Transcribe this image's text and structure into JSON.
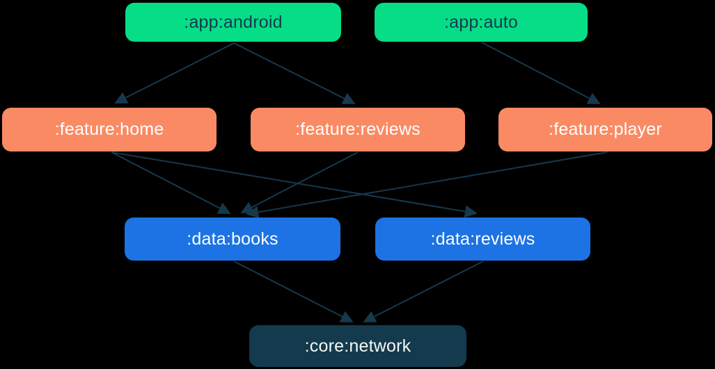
{
  "diagram": {
    "title": "module dependency graph",
    "background_color": "#000000",
    "edge_color": "#17384D",
    "nodes": [
      {
        "id": "app-android",
        "label": ":app:android",
        "bg": "#05DD87",
        "fg": "#17384D",
        "tier": "app"
      },
      {
        "id": "app-auto",
        "label": ":app:auto",
        "bg": "#05DD87",
        "fg": "#17384D",
        "tier": "app"
      },
      {
        "id": "feature-home",
        "label": ":feature:home",
        "bg": "#FA8A64",
        "fg": "#FFFFFF",
        "tier": "feature"
      },
      {
        "id": "feature-reviews",
        "label": ":feature:reviews",
        "bg": "#FA8A64",
        "fg": "#FFFFFF",
        "tier": "feature"
      },
      {
        "id": "feature-player",
        "label": ":feature:player",
        "bg": "#FA8A64",
        "fg": "#FFFFFF",
        "tier": "feature"
      },
      {
        "id": "data-books",
        "label": ":data:books",
        "bg": "#1D73E4",
        "fg": "#FFFFFF",
        "tier": "data"
      },
      {
        "id": "data-reviews",
        "label": ":data:reviews",
        "bg": "#1D73E4",
        "fg": "#FFFFFF",
        "tier": "data"
      },
      {
        "id": "core-network",
        "label": ":core:network",
        "bg": "#143A4E",
        "fg": "#F5F7F8",
        "tier": "core"
      }
    ],
    "edges": [
      {
        "from": ":app:android",
        "to": ":feature:home"
      },
      {
        "from": ":app:android",
        "to": ":feature:reviews"
      },
      {
        "from": ":app:auto",
        "to": ":feature:player"
      },
      {
        "from": ":feature:home",
        "to": ":data:books"
      },
      {
        "from": ":feature:home",
        "to": ":data:reviews"
      },
      {
        "from": ":feature:reviews",
        "to": ":data:books"
      },
      {
        "from": ":feature:player",
        "to": ":data:books"
      },
      {
        "from": ":data:books",
        "to": ":core:network"
      },
      {
        "from": ":data:reviews",
        "to": ":core:network"
      }
    ]
  }
}
